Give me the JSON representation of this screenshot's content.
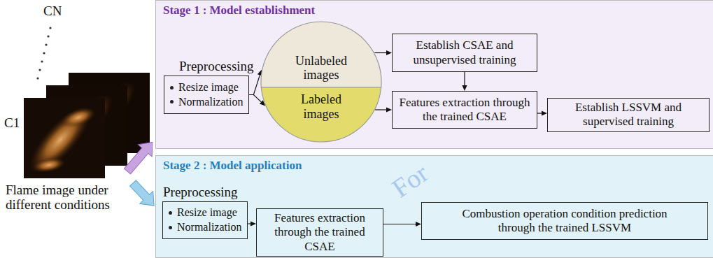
{
  "diagram": {
    "nodes": [
      {
        "text": [
          "Stage 1 : Model establishment"
        ]
      },
      {
        "text": [
          "Preprocessing",
          "Resize image",
          "Normalization"
        ],
        "in": 0
      },
      {
        "text": [
          "Unlabeled images"
        ],
        "in": 0
      },
      {
        "text": [
          "Labeled images"
        ],
        "in": 0
      },
      {
        "text": [
          "Establish CSAE and unsupervised training"
        ],
        "in": 0
      },
      {
        "text": [
          "Features extraction through the trained CSAE"
        ],
        "in": 0
      },
      {
        "text": [
          "Establish LSSVM and supervised training"
        ],
        "in": 0
      },
      {
        "text": [
          "Stage 2 : Model application"
        ]
      },
      {
        "text": [
          "Preprocessing",
          "Resize image",
          "Normalization"
        ],
        "in": 7
      },
      {
        "text": [
          "Features extraction through the trained CSAE"
        ],
        "in": 7
      },
      {
        "text": [
          "Combustion operation condition prediction through the trained LSSVM"
        ],
        "in": 7
      }
    ],
    "edges": [
      {
        "from": 1,
        "to": 2,
        "arrow": "to"
      },
      {
        "from": 1,
        "to": 3,
        "arrow": "to"
      },
      {
        "from": 2,
        "to": 4,
        "arrow": "to"
      },
      {
        "from": 3,
        "to": 5,
        "arrow": "to"
      },
      {
        "from": 4,
        "to": 5,
        "arrow": "to"
      },
      {
        "from": 5,
        "to": 6,
        "arrow": "to"
      },
      {
        "from": 8,
        "to": 9,
        "arrow": "to"
      },
      {
        "from": 9,
        "to": 10,
        "arrow": "to"
      }
    ],
    "labels": [
      "C1",
      "CN",
      "Flame image under different conditions",
      "For"
    ]
  }
}
